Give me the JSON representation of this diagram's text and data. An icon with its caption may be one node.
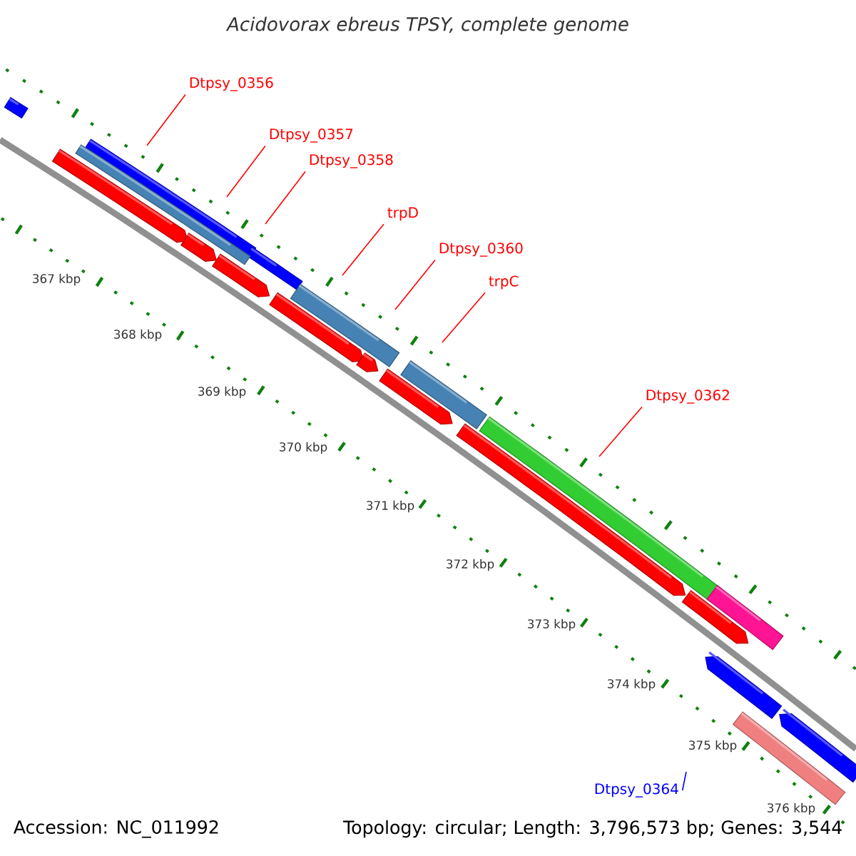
{
  "diagram": {
    "title": "Acidovorax ebreus TPSY, complete genome",
    "nodes": [
      {
        "text": [
          "Dtpsy_0356"
        ]
      },
      {
        "text": [
          "Dtpsy_0357"
        ]
      },
      {
        "text": [
          "Dtpsy_0358"
        ]
      },
      {
        "text": [
          "trpD"
        ]
      },
      {
        "text": [
          "Dtpsy_0360"
        ]
      },
      {
        "text": [
          "trpC"
        ]
      },
      {
        "text": [
          "Dtpsy_0362"
        ]
      },
      {
        "text": [
          "Dtpsy_0364"
        ]
      }
    ],
    "edges": [
      {
        "from": 0,
        "to": null,
        "arrow": "none"
      },
      {
        "from": 1,
        "to": null,
        "arrow": "none"
      },
      {
        "from": 2,
        "to": null,
        "arrow": "none"
      },
      {
        "from": 3,
        "to": null,
        "arrow": "none"
      },
      {
        "from": 4,
        "to": null,
        "arrow": "none"
      },
      {
        "from": 5,
        "to": null,
        "arrow": "none"
      },
      {
        "from": 6,
        "to": null,
        "arrow": "none"
      },
      {
        "from": 7,
        "to": null,
        "arrow": "none",
        "color": "#0000ff"
      }
    ],
    "labels": [
      "367 kbp",
      "368 kbp",
      "369 kbp",
      "370 kbp",
      "371 kbp",
      "372 kbp",
      "373 kbp",
      "374 kbp",
      "375 kbp",
      "376 kbp",
      "Accession: NC_011992",
      "Topology: circular; Length: 3,796,573 bp; Genes: 3,544"
    ]
  }
}
